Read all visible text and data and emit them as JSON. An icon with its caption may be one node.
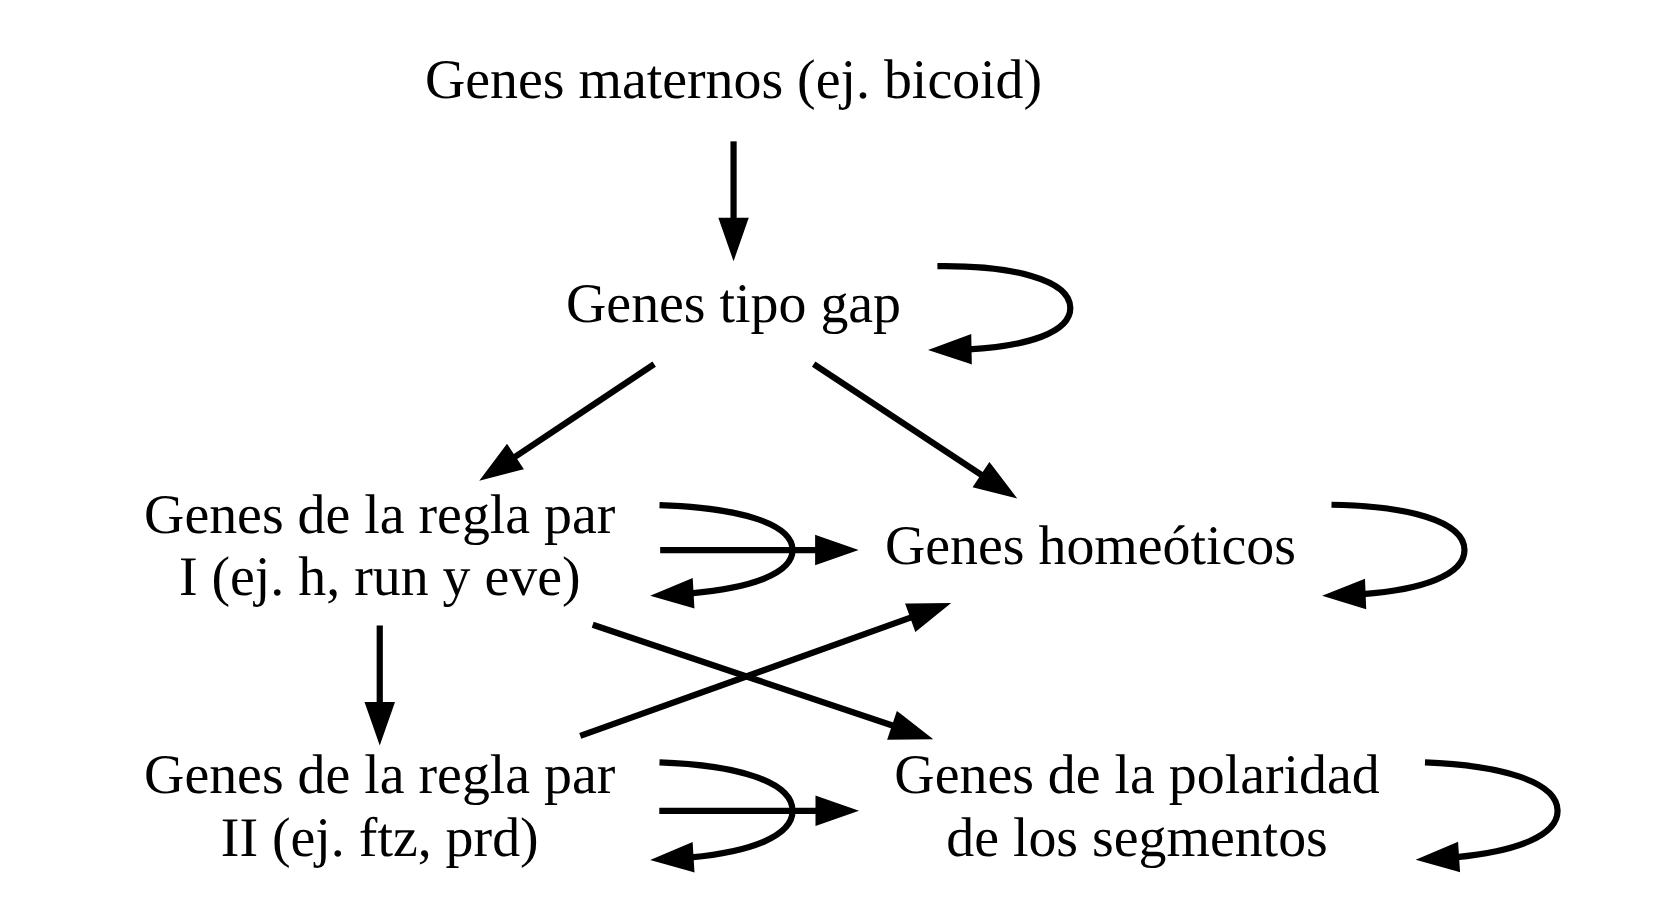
{
  "diagram": {
    "nodes": [
      {
        "text": [
          "Genes maternos (ej. bicoid)"
        ]
      },
      {
        "text": [
          "Genes tipo gap"
        ]
      },
      {
        "text": [
          "Genes de la regla par I (ej. h, run y eve)"
        ]
      },
      {
        "text": [
          "Genes de la regla par II (ej. ftz, prd)"
        ]
      },
      {
        "text": [
          "Genes homeóticos"
        ]
      },
      {
        "text": [
          "Genes de la polaridad de los segmentos"
        ]
      }
    ],
    "edges": [
      {
        "from": 0,
        "to": 1,
        "arrow": "to"
      },
      {
        "from": 1,
        "to": 1,
        "arrow": "to"
      },
      {
        "from": 1,
        "to": 2,
        "arrow": "to"
      },
      {
        "from": 1,
        "to": 4,
        "arrow": "to"
      },
      {
        "from": 2,
        "to": 2,
        "arrow": "to"
      },
      {
        "from": 2,
        "to": 3,
        "arrow": "to"
      },
      {
        "from": 3,
        "to": 3,
        "arrow": "to"
      },
      {
        "from": 2,
        "to": 4,
        "arrow": "to"
      },
      {
        "from": 3,
        "to": 4,
        "arrow": "to"
      },
      {
        "from": 2,
        "to": 5,
        "arrow": "to"
      },
      {
        "from": 3,
        "to": 5,
        "arrow": "to"
      },
      {
        "from": 4,
        "to": 4,
        "arrow": "to"
      },
      {
        "from": 5,
        "to": 5,
        "arrow": "to"
      }
    ]
  }
}
